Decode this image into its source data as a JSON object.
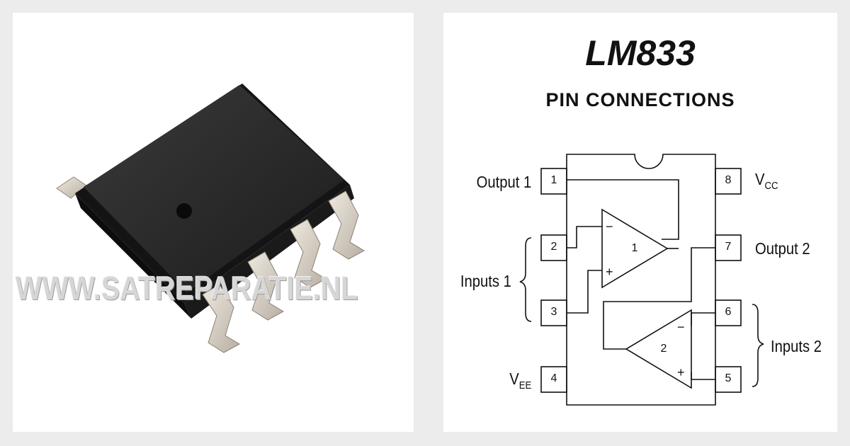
{
  "watermark": "WWW.SATREPARATIE.NL",
  "diagram": {
    "title": "LM833",
    "subtitle": "PIN CONNECTIONS",
    "pins": [
      {
        "number": "1",
        "label": "Output 1"
      },
      {
        "number": "2",
        "label": ""
      },
      {
        "number": "3",
        "label": ""
      },
      {
        "number": "4",
        "label": "V",
        "sub": "EE"
      },
      {
        "number": "5",
        "label": ""
      },
      {
        "number": "6",
        "label": ""
      },
      {
        "number": "7",
        "label": "Output 2"
      },
      {
        "number": "8",
        "label": "V",
        "sub": "CC"
      }
    ],
    "groups": {
      "inputs1": "Inputs 1",
      "inputs2": "Inputs 2"
    },
    "amplifiers": [
      {
        "number": "1",
        "inverting": "−",
        "noninverting": "+"
      },
      {
        "number": "2",
        "inverting": "−",
        "noninverting": "+"
      }
    ]
  }
}
